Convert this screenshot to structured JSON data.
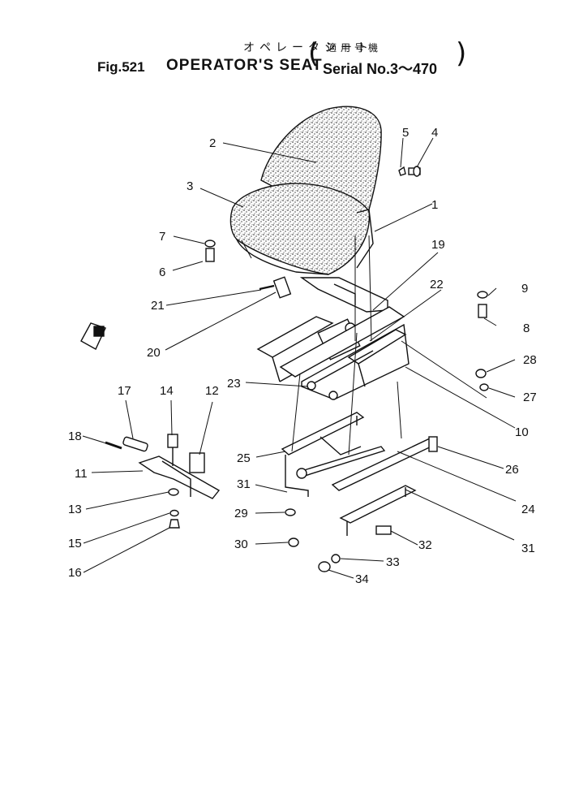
{
  "title": {
    "japanese_name": "オペレータシート",
    "figure": "Fig.521",
    "name": "OPERATOR'S SEAT",
    "applicable_japanese": "適用号機",
    "serial": "Serial No.3～470"
  },
  "callouts": [
    "1",
    "2",
    "3",
    "4",
    "5",
    "6",
    "7",
    "8",
    "9",
    "10",
    "11",
    "12",
    "13",
    "14",
    "15",
    "16",
    "17",
    "18",
    "19",
    "20",
    "21",
    "22",
    "23",
    "24",
    "25",
    "26",
    "27",
    "28",
    "29",
    "30",
    "31",
    "31",
    "32",
    "33",
    "34"
  ]
}
